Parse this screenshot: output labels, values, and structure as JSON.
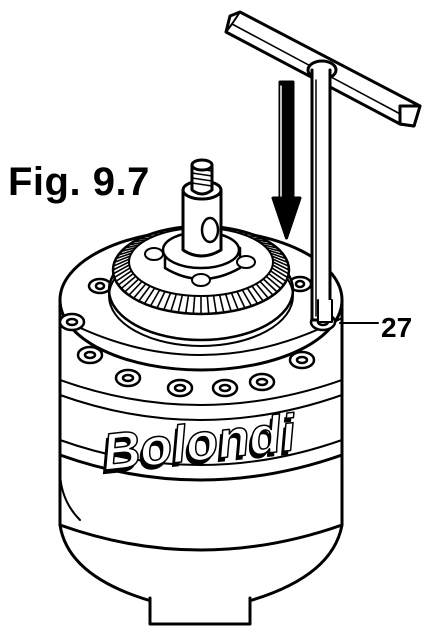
{
  "figure": {
    "label": "Fig. 9.7",
    "callout_number": "27",
    "brand_text": "Bolondi"
  },
  "colors": {
    "line": "#000000",
    "fill": "#ffffff",
    "shade": "#dcdcdc"
  },
  "icons": {
    "arrow": "down-arrow",
    "tool": "t-handle-hex-key"
  }
}
